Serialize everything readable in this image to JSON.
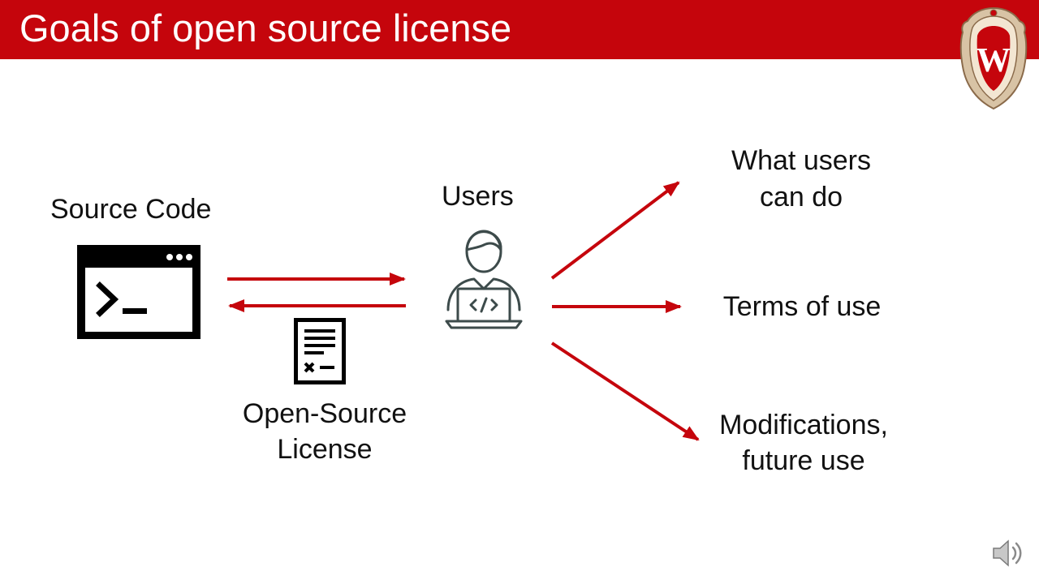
{
  "slide": {
    "title": "Goals of open source license"
  },
  "left": {
    "source_code_label": "Source Code",
    "license_label_line1": "Open-Source",
    "license_label_line2": "License"
  },
  "center": {
    "users_label": "Users"
  },
  "right": {
    "item1_line1": "What users",
    "item1_line2": "can do",
    "item2": "Terms of use",
    "item3_line1": "Modifications,",
    "item3_line2": "future use"
  },
  "icons": {
    "logo": "uw-madison-crest-icon",
    "terminal": "terminal-window-icon",
    "document": "license-document-icon",
    "user": "developer-laptop-icon",
    "audio": "speaker-icon"
  },
  "colors": {
    "accent": "#c5050c",
    "text": "#111111",
    "icon_gray": "#3d4b4b"
  }
}
